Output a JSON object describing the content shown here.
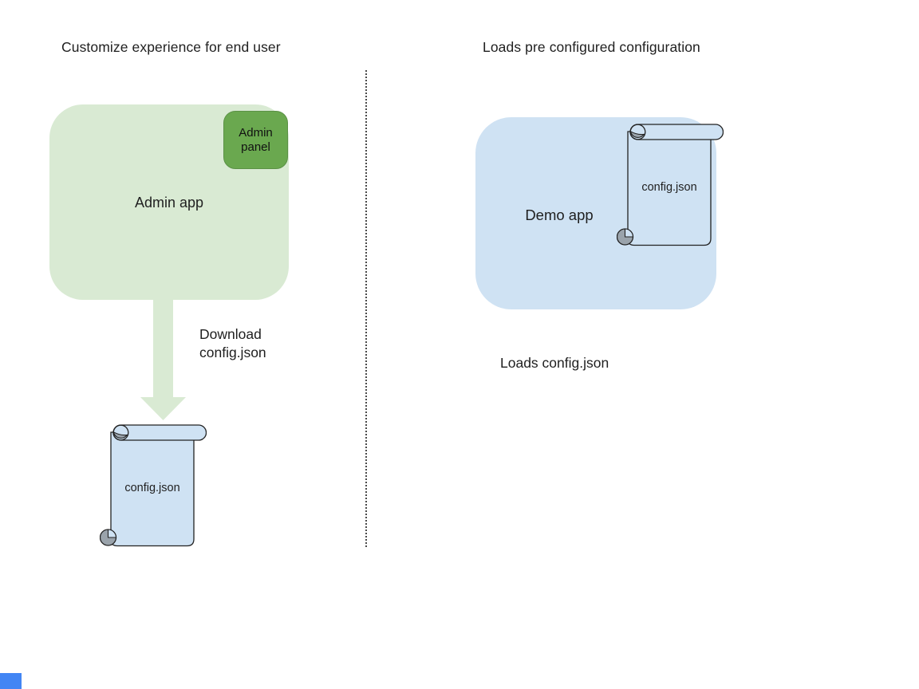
{
  "colors": {
    "light_green": "#d9ead3",
    "dark_green": "#6aa84f",
    "light_blue": "#cfe2f3",
    "outline": "#222222",
    "curl_gray": "#9aa3ab",
    "marker_blue": "#4285f4",
    "text": "#1f1f1f"
  },
  "left_panel": {
    "title": "Customize experience for end user",
    "admin_app_label": "Admin app",
    "admin_panel_label": "Admin panel",
    "arrow_caption": "Download config.json",
    "config_file_label": "config.json"
  },
  "right_panel": {
    "title": "Loads pre configured configuration",
    "demo_app_label": "Demo app",
    "config_file_label": "config.json",
    "caption": "Loads config.json"
  }
}
